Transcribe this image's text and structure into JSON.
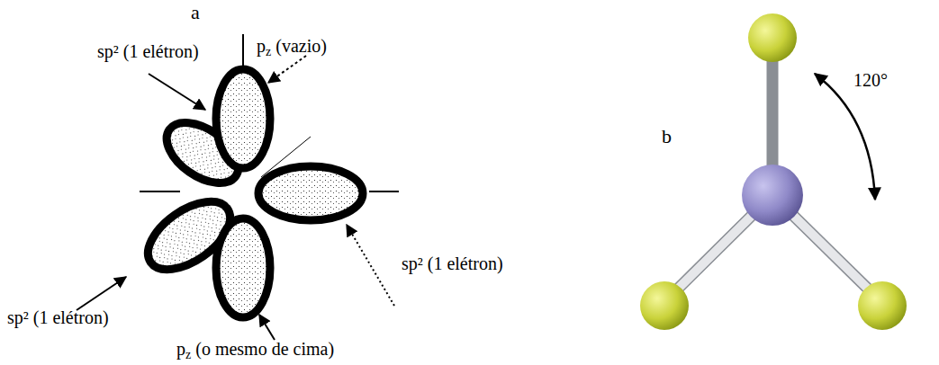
{
  "diagram": {
    "labels": [
      "a",
      "sp² (1 elétron)",
      "pz (vazio)",
      "sp² (1 elétron)",
      "sp² (1 elétron)",
      "pz (o mesmo de cima)",
      "b",
      "120°"
    ]
  }
}
